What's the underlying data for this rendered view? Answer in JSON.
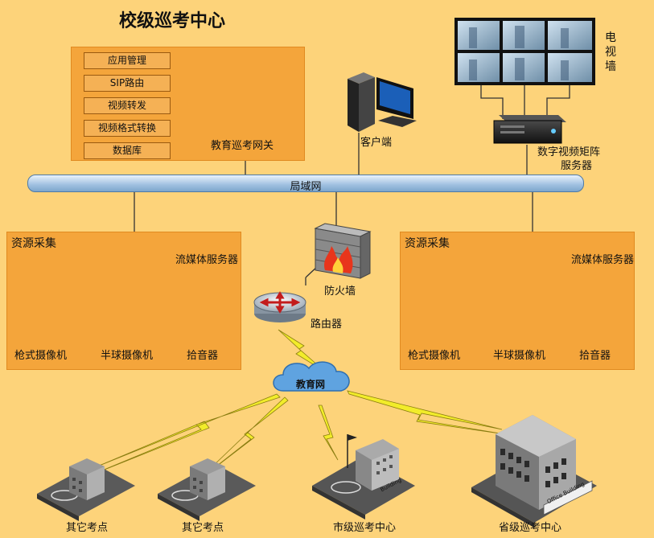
{
  "title": "校级巡考中心",
  "app_menu": [
    "应用管理",
    "SIP路由",
    "视频转发",
    "视频格式转换",
    "数据库"
  ],
  "nodes": {
    "gateway": "教育巡考网关",
    "client": "客户端",
    "video_wall_chars": [
      "电",
      "视",
      "墙"
    ],
    "matrix_line1": "数字视频矩阵",
    "matrix_line2": "服务器",
    "lan": "局域网",
    "firewall": "防火墙",
    "router": "路由器",
    "edu_net": "教育网",
    "other_site_1": "其它考点",
    "other_site_2": "其它考点",
    "city_center": "市级巡考中心",
    "province_center": "省级巡考中心",
    "building_sign_1": "Building",
    "building_sign_2": "Office Building"
  },
  "left_group": {
    "title": "资源采集",
    "server": "流媒体服务器",
    "gun_camera": "枪式摄像机",
    "dome_camera": "半球摄像机",
    "pickup": "拾音器"
  },
  "right_group": {
    "title": "资源采集",
    "server": "流媒体服务器",
    "gun_camera": "枪式摄像机",
    "dome_camera": "半球摄像机",
    "pickup": "拾音器"
  },
  "colors": {
    "background": "#fdd37a",
    "panel": "#f4a53b",
    "lan_bar": "#9fc0e0",
    "lightning": "#f2ec2a",
    "cloud": "#5fa3e0"
  }
}
